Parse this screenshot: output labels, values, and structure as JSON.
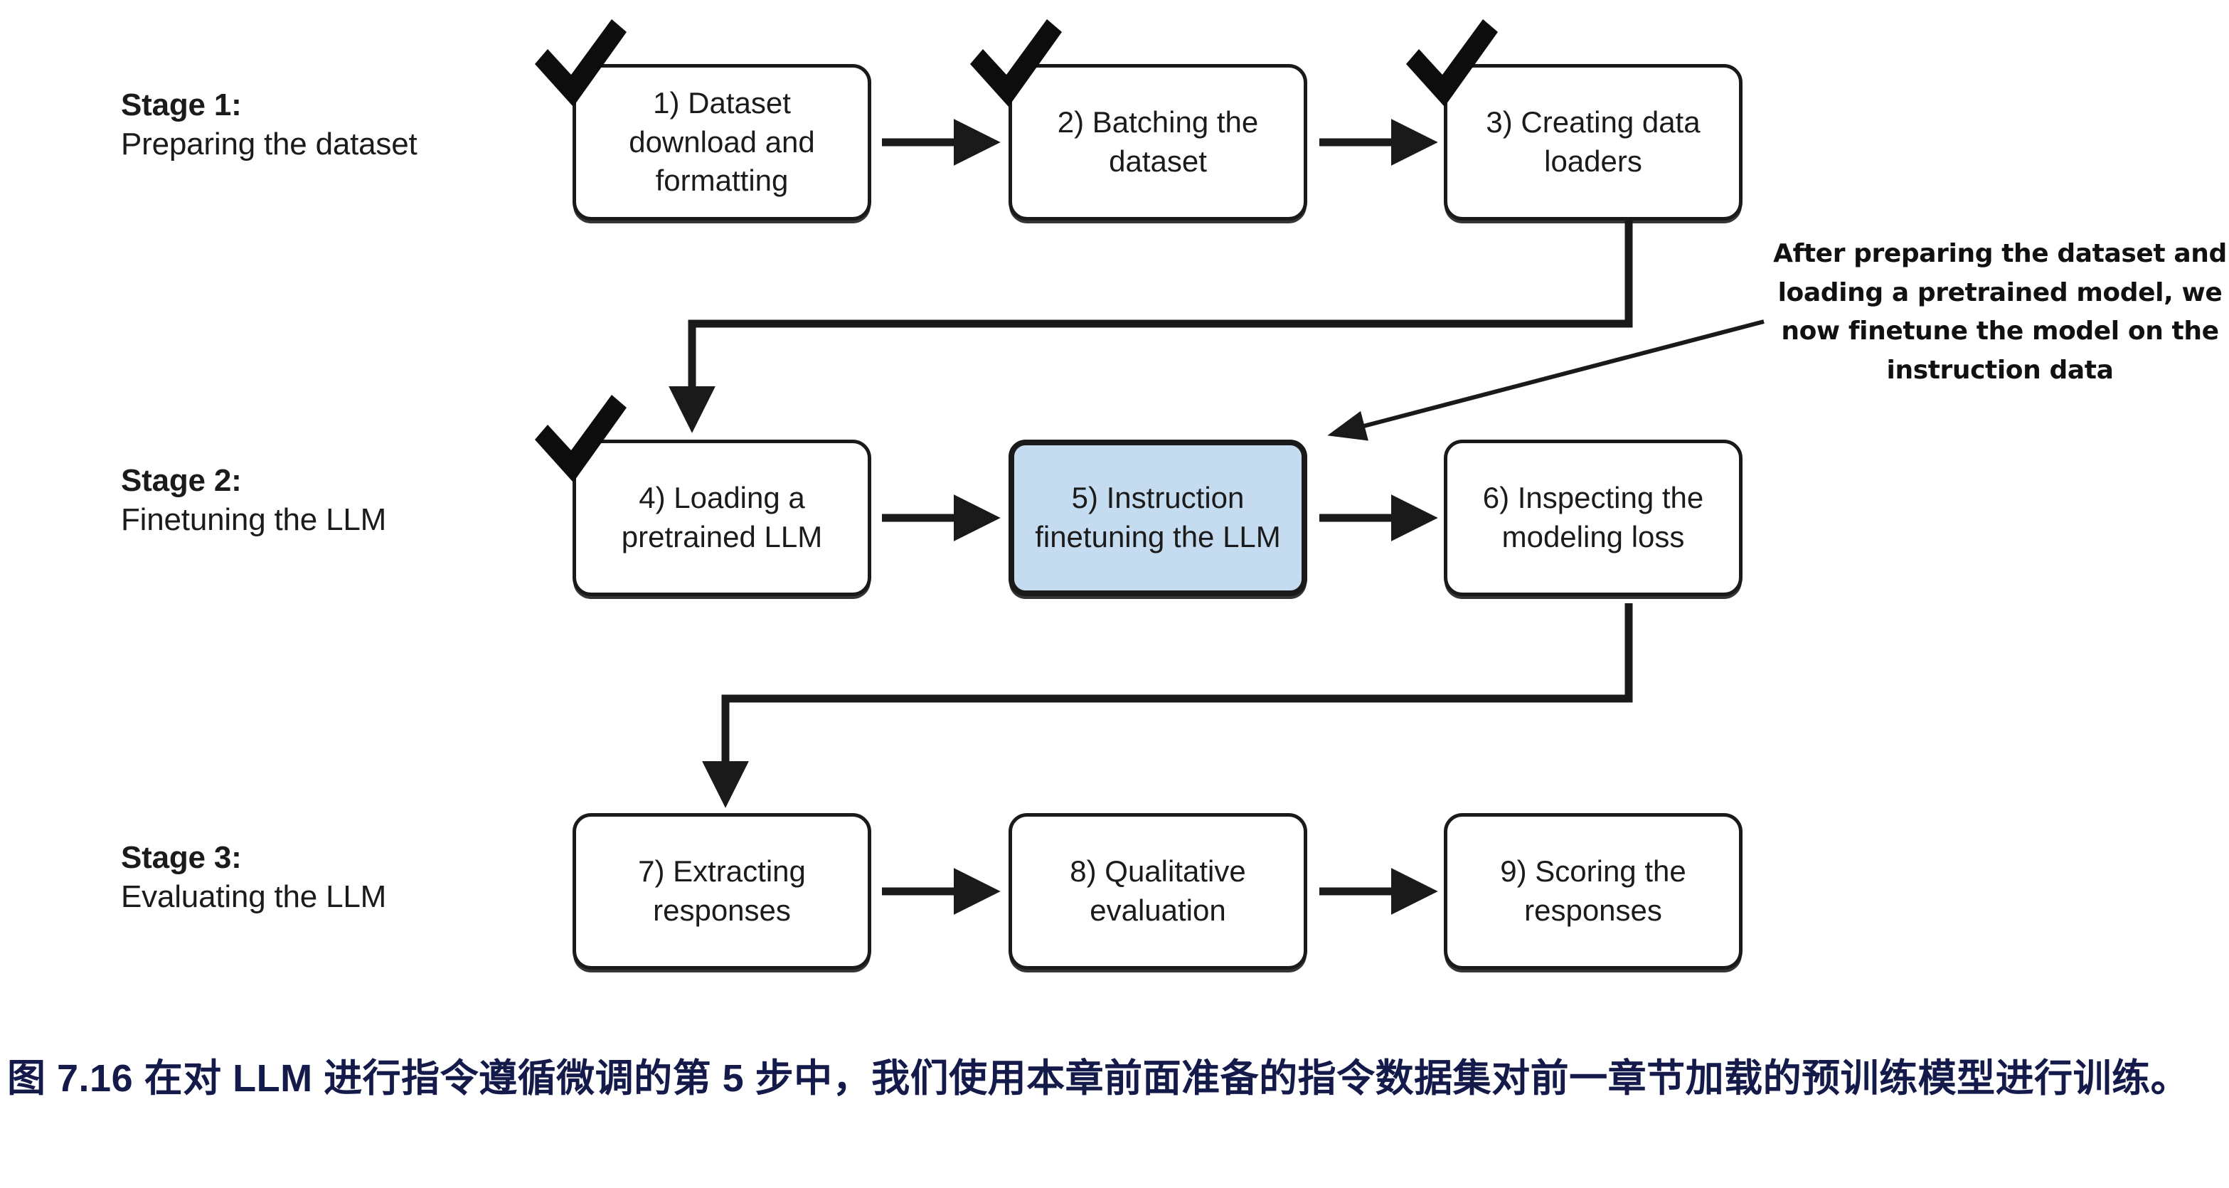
{
  "figure": {
    "title_domain": "llm-instruction-finetuning-pipeline",
    "background": "#ffffff",
    "highlight_fill": "#c5dbf0",
    "line_color": "#1a1a1a",
    "caption_color": "#141a4a"
  },
  "stages": [
    {
      "id": "stage-1",
      "title": "Stage 1:",
      "subtitle": "Preparing the dataset"
    },
    {
      "id": "stage-2",
      "title": "Stage 2:",
      "subtitle": "Finetuning the LLM"
    },
    {
      "id": "stage-3",
      "title": "Stage 3:",
      "subtitle": "Evaluating the LLM"
    }
  ],
  "nodes": [
    {
      "id": "node-1",
      "label": "1) Dataset download and formatting",
      "checked": true,
      "highlighted": false
    },
    {
      "id": "node-2",
      "label": "2) Batching the dataset",
      "checked": true,
      "highlighted": false
    },
    {
      "id": "node-3",
      "label": "3) Creating data loaders",
      "checked": true,
      "highlighted": false
    },
    {
      "id": "node-4",
      "label": "4) Loading a pretrained LLM",
      "checked": true,
      "highlighted": false
    },
    {
      "id": "node-5",
      "label": "5) Instruction finetuning the LLM",
      "checked": false,
      "highlighted": true
    },
    {
      "id": "node-6",
      "label": "6) Inspecting the modeling loss",
      "checked": false,
      "highlighted": false
    },
    {
      "id": "node-7",
      "label": "7) Extracting responses",
      "checked": false,
      "highlighted": false
    },
    {
      "id": "node-8",
      "label": "8) Qualitative evaluation",
      "checked": false,
      "highlighted": false
    },
    {
      "id": "node-9",
      "label": "9) Scoring the responses",
      "checked": false,
      "highlighted": false
    }
  ],
  "annotation": {
    "text": "After preparing the dataset and loading a pretrained model, we now finetune the model on the instruction data",
    "points_to": "node-5"
  },
  "caption": {
    "text": "图 7.16 在对 LLM 进行指令遵循微调的第 5 步中，我们使用本章前面准备的指令数据集对前一章节加载的预训练模型进行训练。"
  },
  "icons": {
    "check": "check-mark-icon",
    "arrow": "arrow-right-icon"
  }
}
